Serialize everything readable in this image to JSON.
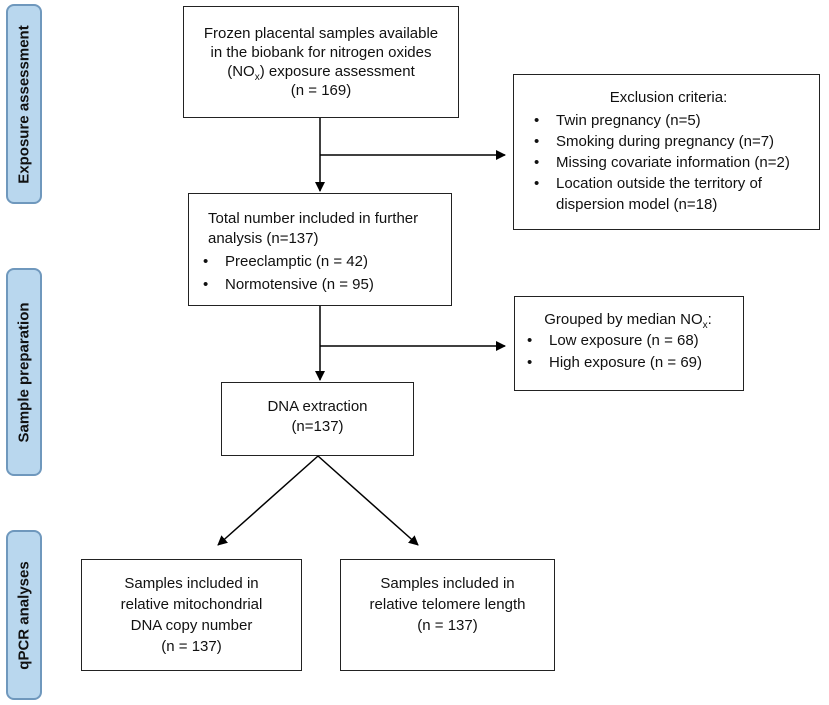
{
  "sidebar": {
    "exposure": "Exposure assessment",
    "sample_prep": "Sample preparation",
    "qpcr": "qPCR analyses"
  },
  "box_samples": {
    "line1": "Frozen placental samples available",
    "line2": "in the biobank for nitrogen oxides",
    "line3_pre": "(NO",
    "line3_sub": "x",
    "line3_post": ") exposure assessment",
    "line4": "(n = 169)"
  },
  "box_exclusion": {
    "title": "Exclusion criteria:",
    "items": [
      "Twin pregnancy (n=5)",
      "Smoking during pregnancy (n=7)",
      "Missing covariate information (n=2)",
      "Location outside the territory of dispersion model (n=18)"
    ]
  },
  "box_total": {
    "line1": "Total number included in further",
    "line2": "analysis (n=137)",
    "items": [
      "Preeclamptic (n = 42)",
      "Normotensive (n = 95)"
    ]
  },
  "box_grouped": {
    "title_pre": "Grouped by median NO",
    "title_sub": "x",
    "title_post": ":",
    "items": [
      "Low exposure (n = 68)",
      "High exposure (n = 69)"
    ]
  },
  "box_dna": {
    "line1": "DNA extraction",
    "line2": "(n=137)"
  },
  "box_mtdna": {
    "line1": "Samples included in",
    "line2": "relative mitochondrial",
    "line3": "DNA copy number",
    "line4": "(n = 137)"
  },
  "box_telomere": {
    "line1": "Samples included in",
    "line2": "relative telomere length",
    "line3": "(n = 137)"
  }
}
